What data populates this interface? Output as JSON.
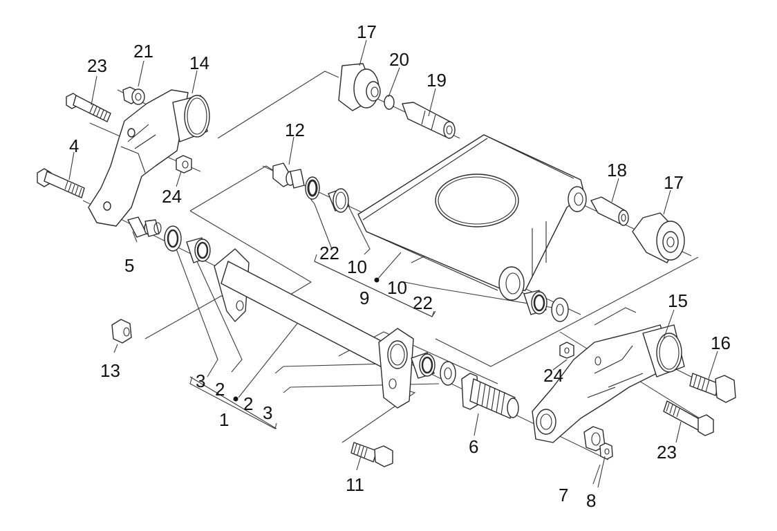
{
  "diagram": {
    "type": "exploded-parts-diagram",
    "subject": "swingarm / engine link assembly",
    "callouts": [
      {
        "id": "c17a",
        "text": "17"
      },
      {
        "id": "c20",
        "text": "20"
      },
      {
        "id": "c19",
        "text": "19"
      },
      {
        "id": "c21",
        "text": "21"
      },
      {
        "id": "c23a",
        "text": "23"
      },
      {
        "id": "c14",
        "text": "14"
      },
      {
        "id": "c4",
        "text": "4"
      },
      {
        "id": "c24a",
        "text": "24"
      },
      {
        "id": "c12",
        "text": "12"
      },
      {
        "id": "c18",
        "text": "18"
      },
      {
        "id": "c17b",
        "text": "17"
      },
      {
        "id": "c5",
        "text": "5"
      },
      {
        "id": "c22a",
        "text": "22"
      },
      {
        "id": "c10a",
        "text": "10"
      },
      {
        "id": "c9",
        "text": "9"
      },
      {
        "id": "c10b",
        "text": "10"
      },
      {
        "id": "c22b",
        "text": "22"
      },
      {
        "id": "c15",
        "text": "15"
      },
      {
        "id": "c16",
        "text": "16"
      },
      {
        "id": "c13",
        "text": "13"
      },
      {
        "id": "c24b",
        "text": "24"
      },
      {
        "id": "c3a",
        "text": "3"
      },
      {
        "id": "c2a",
        "text": "2"
      },
      {
        "id": "c2b",
        "text": "2"
      },
      {
        "id": "c3b",
        "text": "3"
      },
      {
        "id": "c1",
        "text": "1"
      },
      {
        "id": "c6",
        "text": "6"
      },
      {
        "id": "c23b",
        "text": "23"
      },
      {
        "id": "c11",
        "text": "11"
      },
      {
        "id": "c7",
        "text": "7"
      },
      {
        "id": "c8",
        "text": "8"
      }
    ],
    "colors": {
      "line": "#2a2a2a",
      "background": "#ffffff",
      "text": "#111111"
    }
  }
}
